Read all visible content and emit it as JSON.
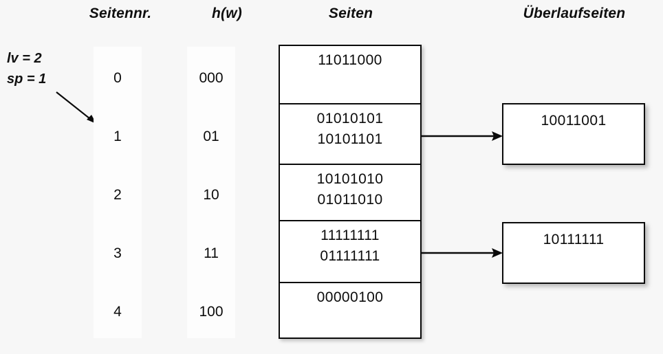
{
  "headers": {
    "seitennr": "Seitennr.",
    "hw": "h(w)",
    "seiten": "Seiten",
    "ueberlaufseiten": "Überlaufseiten"
  },
  "params": {
    "lv": "lv = 2",
    "sp": "sp = 1"
  },
  "colors": {
    "background": "#f7f7f7",
    "box_fill": "#ffffff",
    "stroke": "#0a0a0a",
    "strip_fill": "#fdfdfd",
    "text": "#0c0c0c"
  },
  "columns": {
    "seitennr": [
      "0",
      "1",
      "2",
      "3",
      "4"
    ],
    "hw": [
      "000",
      "01",
      "10",
      "11",
      "100"
    ]
  },
  "pages": [
    {
      "index": 0,
      "records": [
        "11011000"
      ]
    },
    {
      "index": 1,
      "records": [
        "01010101",
        "10101101"
      ]
    },
    {
      "index": 2,
      "records": [
        "10101010",
        "01011010"
      ]
    },
    {
      "index": 3,
      "records": [
        "11111111",
        "01111111"
      ]
    },
    {
      "index": 4,
      "records": [
        "00000100"
      ]
    }
  ],
  "overflow_pages": [
    {
      "from_page": 1,
      "records": [
        "10011001"
      ]
    },
    {
      "from_page": 3,
      "records": [
        "10111111"
      ]
    }
  ],
  "icons": {
    "param_arrow": "diagonal-arrow-icon",
    "connector_arrow": "right-arrow-icon"
  }
}
